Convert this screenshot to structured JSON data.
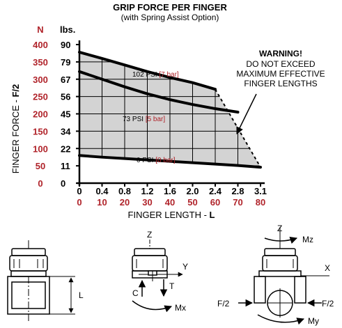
{
  "colors": {
    "red": "#b0232a",
    "fill": "#d3d3d3",
    "ink": "#000000"
  },
  "chart_data": {
    "type": "line",
    "title": "GRIP FORCE PER FINGER",
    "subtitle": "(with Spring Assist Option)",
    "xlabel_prefix": "FINGER LENGTH - ",
    "xlabel_var": "L",
    "ylabel_prefix": "FINGER FORCE - ",
    "ylabel_var": "F/2",
    "y_unit_n": "N",
    "y_unit_lbs": "lbs.",
    "x_ticks_in": [
      "0",
      "0.4",
      "0.8",
      "1.2",
      "1.6",
      "2.0",
      "2.4",
      "2.8",
      "3.1"
    ],
    "x_ticks_mm": [
      "0",
      "10",
      "20",
      "30",
      "40",
      "50",
      "60",
      "70",
      "80"
    ],
    "y_ticks_lbs": [
      "0",
      "11",
      "22",
      "34",
      "45",
      "56",
      "67",
      "79",
      "90"
    ],
    "y_ticks_n": [
      "0",
      "50",
      "100",
      "150",
      "200",
      "250",
      "300",
      "350",
      "400"
    ],
    "xlim": [
      0,
      80
    ],
    "ylim": [
      0,
      400
    ],
    "series": [
      {
        "name": "102 PSI",
        "name_bar": "[7 bar]",
        "x": [
          0,
          10,
          20,
          30,
          40,
          50,
          60
        ],
        "y": [
          378,
          360,
          341,
          322,
          305,
          290,
          271
        ]
      },
      {
        "name": "73 PSI",
        "name_bar": "[5 bar]",
        "x": [
          0,
          10,
          20,
          30,
          40,
          50,
          60,
          70
        ],
        "y": [
          322,
          300,
          278,
          258,
          241,
          227,
          215,
          205
        ]
      },
      {
        "name": "0 PSI",
        "name_bar": "[0 bar]",
        "x": [
          0,
          10,
          20,
          30,
          40,
          50,
          60,
          70,
          80
        ],
        "y": [
          80,
          75,
          71,
          67,
          63,
          59,
          55,
          51,
          46
        ]
      }
    ],
    "limit_line": {
      "x": [
        60,
        80
      ],
      "y": [
        271,
        46
      ]
    },
    "warning": [
      "WARNING!",
      "DO NOT EXCEED",
      "MAXIMUM EFFECTIVE",
      "FINGER LENGTHS"
    ]
  },
  "diagrams": {
    "left": {
      "dim_label": "L"
    },
    "middle": {
      "z": "Z",
      "y": "Y",
      "c": "C",
      "t": "T",
      "moment": "Mx"
    },
    "right": {
      "z": "Z",
      "mz": "Mz",
      "x": "X",
      "f_left": "F/2",
      "f_right": "F/2",
      "my": "My"
    }
  }
}
